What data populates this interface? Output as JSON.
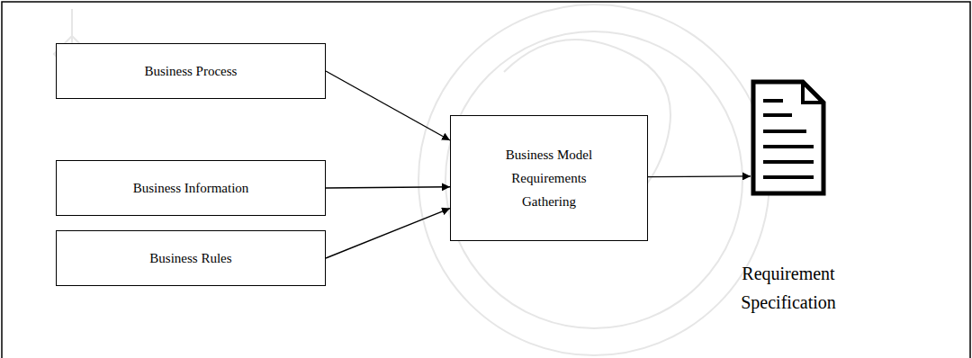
{
  "diagram": {
    "nodes": [
      {
        "text": [
          "Business Process"
        ]
      },
      {
        "text": [
          "Business Information"
        ]
      },
      {
        "text": [
          "Business Rules"
        ]
      },
      {
        "text": [
          "Business Model Requirements Gathering"
        ]
      },
      {
        "text": [
          "Requirement Specification"
        ]
      }
    ],
    "edges": [
      {
        "from": 0,
        "to": 3,
        "arrow": "to"
      },
      {
        "from": 1,
        "to": 3,
        "arrow": "to"
      },
      {
        "from": 2,
        "to": 3,
        "arrow": "to"
      },
      {
        "from": 3,
        "to": 4,
        "arrow": "to"
      }
    ]
  }
}
